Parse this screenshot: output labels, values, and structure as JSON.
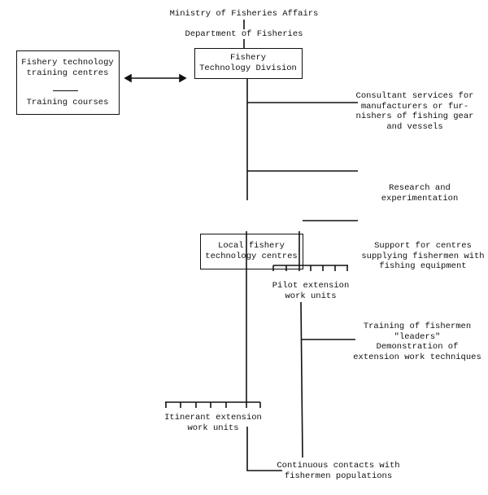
{
  "nodes": {
    "ministry": "Ministry of Fisheries Affairs",
    "department": "Department of Fisheries",
    "division": [
      "Fishery",
      "Technology Division"
    ],
    "training_centres": [
      "Fishery technology",
      "training centres"
    ],
    "training_courses": "Training courses",
    "consultant": [
      "Consultant services for",
      "manufacturers or fur-",
      "nishers of fishing gear",
      "and vessels"
    ],
    "research": [
      "Research and",
      "experimentation"
    ],
    "local_centres": [
      "Local fishery",
      "technology centres"
    ],
    "support": [
      "Support for centres",
      "supplying fishermen with",
      "fishing equipment"
    ],
    "pilot": [
      "Pilot extension",
      "work units"
    ],
    "training_leaders": [
      "Training of fishermen",
      "\"leaders\"",
      "Demonstration of",
      "extension work techniques"
    ],
    "itinerant": [
      "Itinerant extension",
      "work units"
    ],
    "contacts": [
      "Continuous contacts with",
      "fishermen populations"
    ]
  },
  "colors": {
    "ink": "#111111",
    "background": "#ffffff"
  }
}
